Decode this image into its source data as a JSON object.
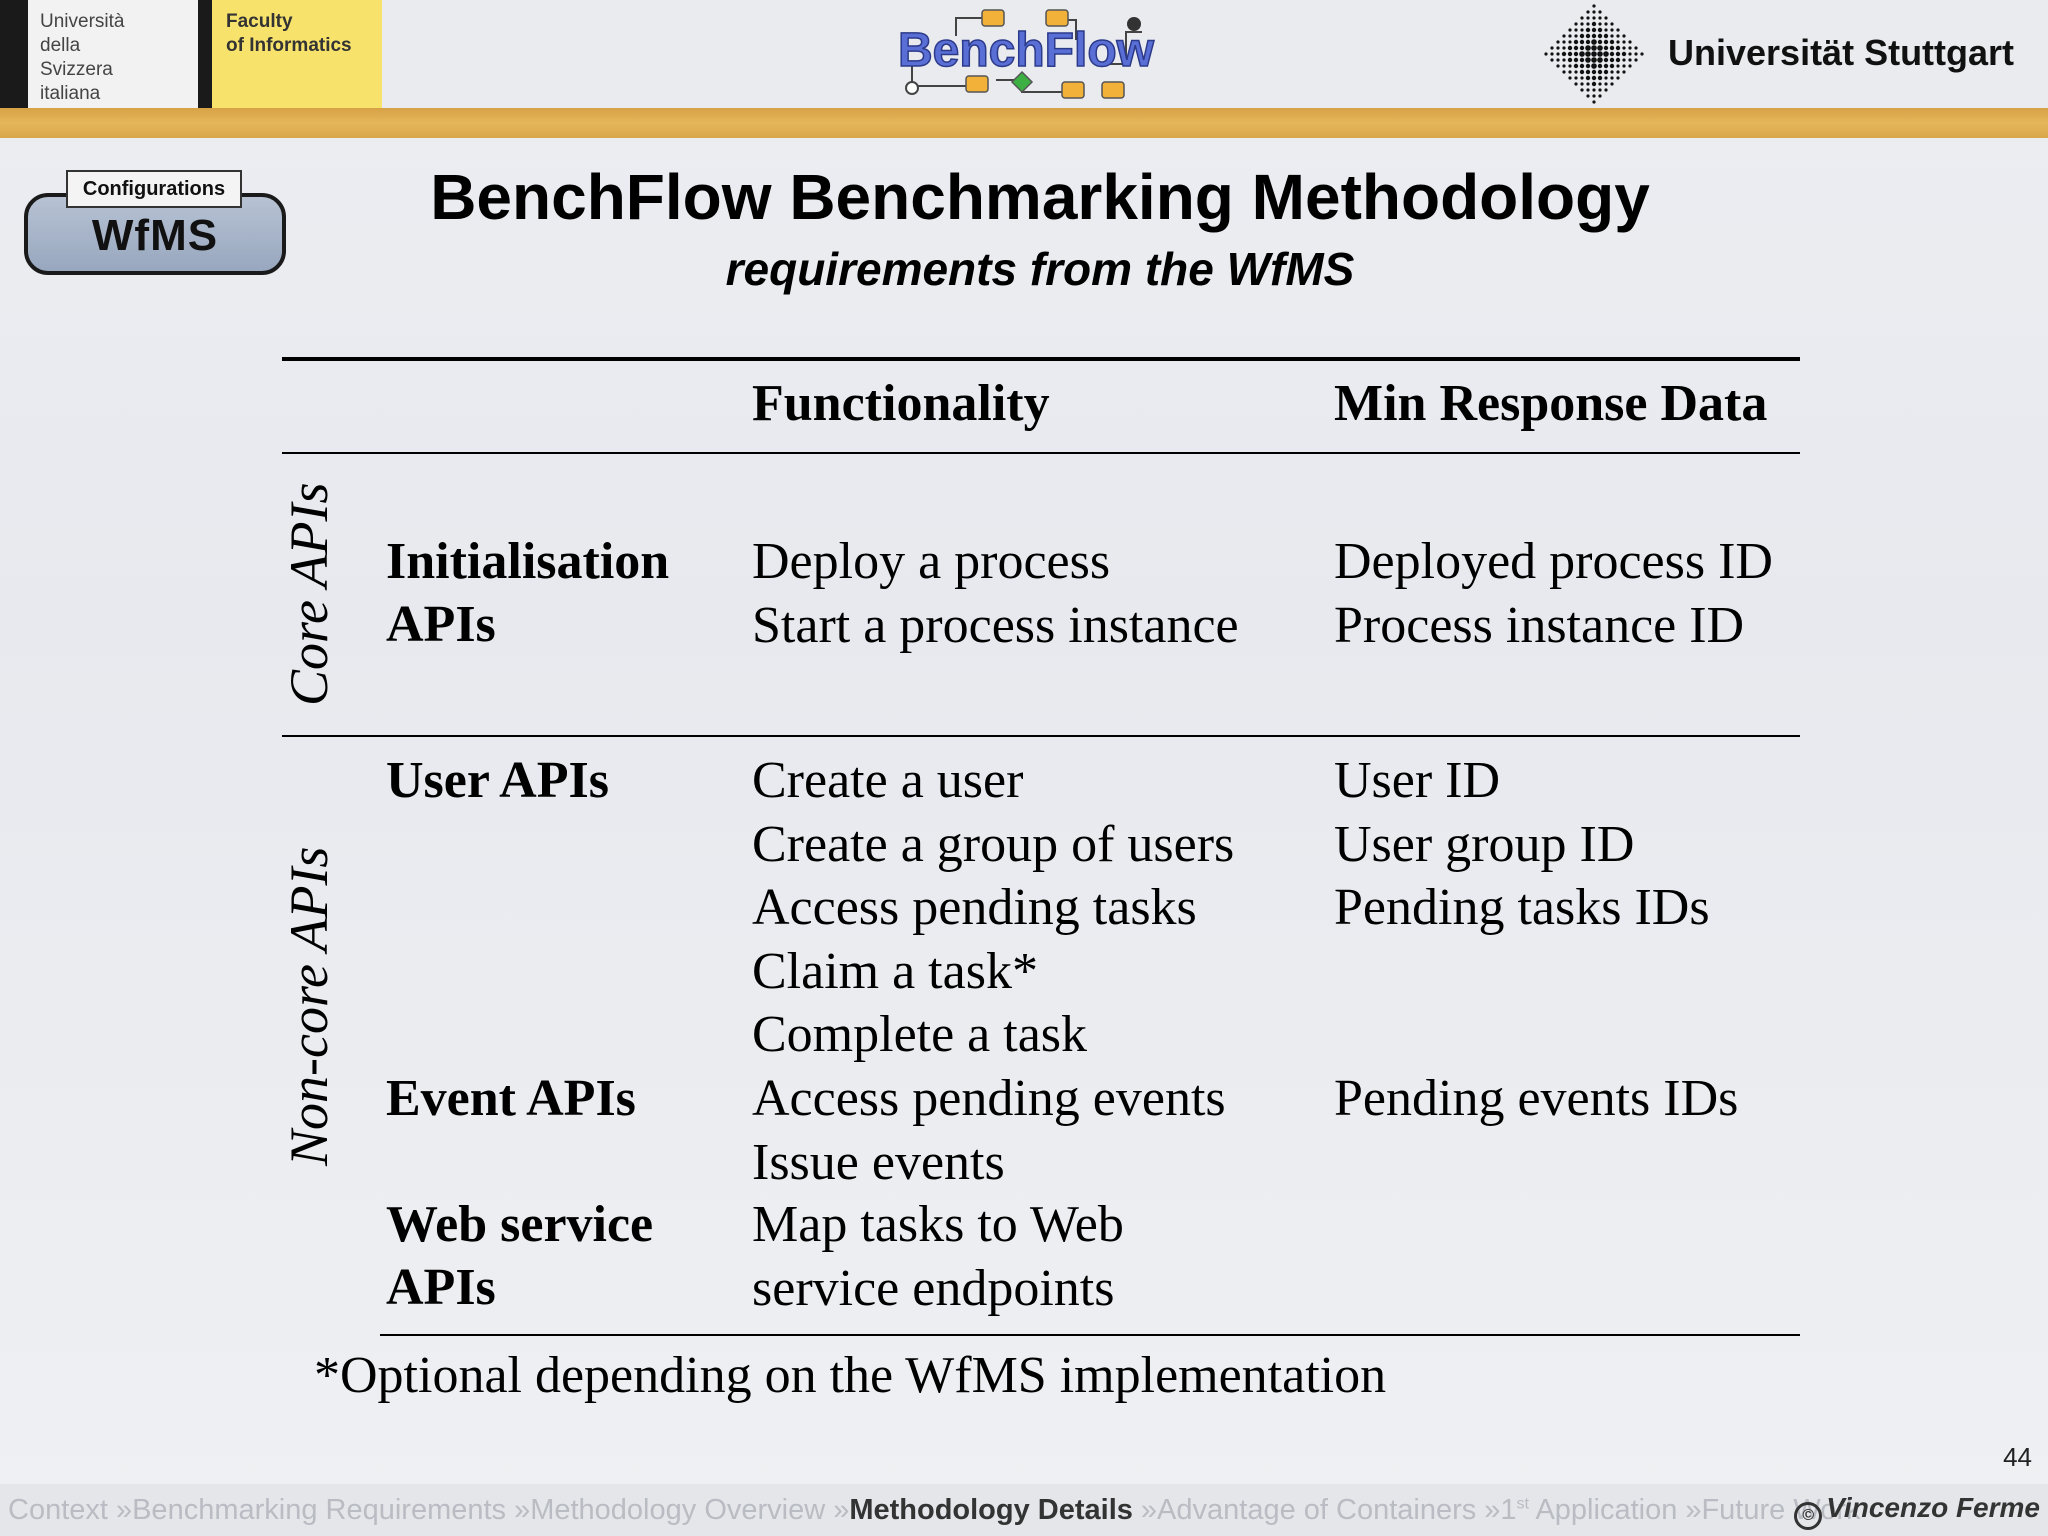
{
  "header": {
    "usi_lines": [
      "Università",
      "della",
      "Svizzera",
      "italiana"
    ],
    "faculty_lines": [
      "Faculty",
      "of Informatics"
    ],
    "benchflow_logo_text": "BenchFlow",
    "university": "Universität Stuttgart"
  },
  "badge": {
    "tag": "Configurations",
    "label": "WfMS"
  },
  "title": "BenchFlow Benchmarking Methodology",
  "subtitle": "requirements from the WfMS",
  "table": {
    "col_functionality": "Functionality",
    "col_min_response": "Min Response Data",
    "sections": [
      {
        "label": "Core APIs",
        "groups": [
          {
            "name": [
              "Initialisation",
              "APIs"
            ],
            "functionality": [
              "Deploy a process",
              "Start a process instance"
            ],
            "response": [
              "Deployed process ID",
              "Process instance ID"
            ]
          }
        ]
      },
      {
        "label": "Non-core APIs",
        "groups": [
          {
            "name": [
              "User APIs"
            ],
            "functionality": [
              "Create a user",
              "Create a group of users",
              "Access pending tasks",
              "Claim a task*",
              "Complete a task"
            ],
            "response": [
              "User ID",
              "User group ID",
              "Pending tasks IDs"
            ]
          },
          {
            "name": [
              "Event APIs"
            ],
            "functionality": [
              "Access pending events",
              "Issue events"
            ],
            "response": [
              "Pending events IDs"
            ]
          },
          {
            "name": [
              "Web service",
              "APIs"
            ],
            "functionality": [
              "Map tasks to Web",
              "service endpoints"
            ],
            "response": []
          }
        ]
      }
    ],
    "footnote": "*Optional depending on the WfMS implementation"
  },
  "page_number": "44",
  "footer": {
    "breadcrumbs": [
      {
        "label": "Context",
        "active": false
      },
      {
        "label": "Benchmarking Requirements",
        "active": false
      },
      {
        "label": "Methodology Overview",
        "active": false
      },
      {
        "label": "Methodology Details",
        "active": true
      },
      {
        "label": "Advantage of Containers",
        "active": false
      },
      {
        "label": "1",
        "sup": "st",
        "suffix": " Application",
        "active": false
      },
      {
        "label": "Future Work",
        "active": false
      }
    ],
    "separator": "»",
    "author": "Vincenzo Ferme",
    "cc_symbol": "©"
  },
  "colors": {
    "gold_band": "#d6a245",
    "faculty_yellow": "#f7e36c",
    "badge_fill": "#98a7bf",
    "crumb_inactive": "#b9bcc2"
  }
}
